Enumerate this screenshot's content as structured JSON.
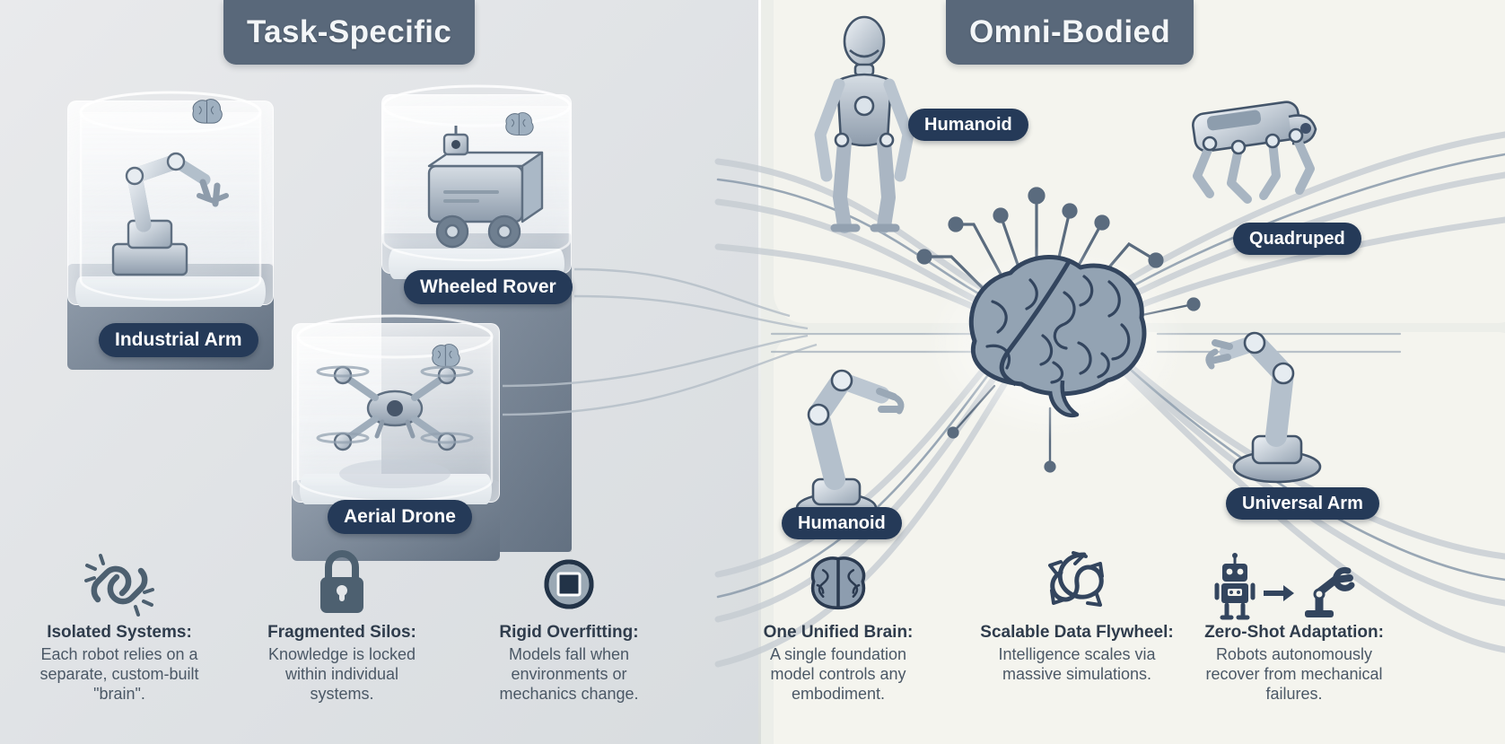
{
  "headers": {
    "left": "Task-Specific",
    "right": "Omni-Bodied"
  },
  "colors": {
    "header_pill": "#59687a",
    "label_pill": "#253a58",
    "left_bg": "#e4e7ea",
    "right_bg": "#f4f4ee",
    "icon_dark": "#2f4058",
    "icon_mid": "#5b6b7d",
    "robot_steel": "#9aa7b5"
  },
  "left_panel": {
    "silos": [
      {
        "label": "Industrial Arm",
        "icon": "industrial-arm-icon"
      },
      {
        "label": "Wheeled Rover",
        "icon": "wheeled-rover-icon"
      },
      {
        "label": "Aerial Drone",
        "icon": "aerial-drone-icon"
      }
    ],
    "features": [
      {
        "icon": "broken-chain-icon",
        "title": "Isolated Systems:",
        "description": "Each robot relies on a separate, custom-built \"brain\"."
      },
      {
        "icon": "padlock-icon",
        "title": "Fragmented Silos:",
        "description": "Knowledge is locked within individual systems."
      },
      {
        "icon": "rigid-square-in-circle-icon",
        "title": "Rigid Overfitting:",
        "description": "Models fall when environments or mechanics change."
      }
    ]
  },
  "right_panel": {
    "center": {
      "icon": "brain-icon",
      "name": "unified-foundation-brain"
    },
    "embodiments": [
      {
        "label": "Humanoid",
        "icon": "humanoid-robot-icon",
        "position": "top-left"
      },
      {
        "label": "Quadruped",
        "icon": "quadruped-robot-icon",
        "position": "top-right"
      },
      {
        "label": "Humanoid",
        "icon": "robot-arm-icon",
        "position": "bottom-left"
      },
      {
        "label": "Universal Arm",
        "icon": "universal-arm-icon",
        "position": "bottom-right"
      }
    ],
    "features": [
      {
        "icon": "brain-icon",
        "title": "One Unified Brain:",
        "description": "A single foundation model controls any embodiment."
      },
      {
        "icon": "flywheel-cycle-icon",
        "title": "Scalable Data Flywheel:",
        "description": "Intelligence scales via massive simulations."
      },
      {
        "icon": "robot-to-arm-transfer-icon",
        "title": "Zero-Shot Adaptation:",
        "description": "Robots autonomously recover from mechanical failures."
      }
    ]
  }
}
